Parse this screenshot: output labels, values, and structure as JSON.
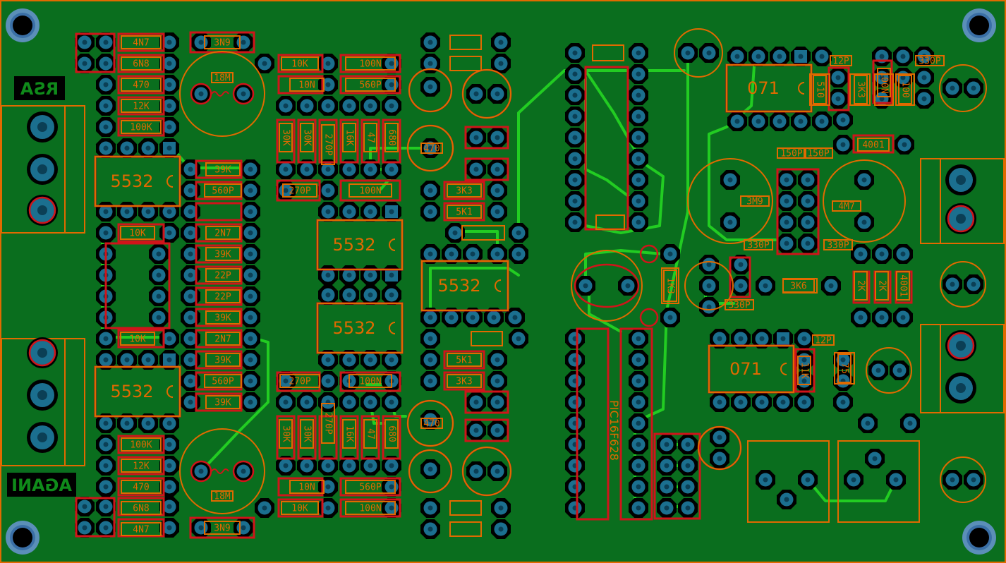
{
  "board": {
    "colors": {
      "substrate": "#0a6e1e",
      "ground_fill": "#0b7a22",
      "keepout": "#000000",
      "pad": "#1b6f8f",
      "copper": "#d0141a",
      "trace": "#22cc22",
      "silk": "#e06a00"
    },
    "side_labels": [
      "RSA",
      "AGANI"
    ],
    "ic_labels": [
      "5532",
      "5532",
      "5532",
      "5532",
      "5532",
      "071",
      "071",
      "PIC16F628"
    ],
    "component_labels": [
      "4N7",
      "6N8",
      "470",
      "12K",
      "100K",
      "3N9",
      "18M",
      "10K",
      "10N",
      "100N",
      "560P",
      "30K",
      "30K",
      "270P",
      "16K",
      "47",
      "680",
      "470",
      "39K",
      "560P",
      "270P",
      "100N",
      "10K",
      "2N7",
      "39K",
      "22P",
      "22P",
      "39K",
      "10K",
      "2N7",
      "39K",
      "560P",
      "39K",
      "3K3",
      "5K1",
      "5K1",
      "3K3",
      "270P",
      "100N",
      "30K",
      "30K",
      "270P",
      "16K",
      "47",
      "680",
      "470",
      "100K",
      "12K",
      "470",
      "18M",
      "10N",
      "560P",
      "10K",
      "100N",
      "6N8",
      "4N7",
      "3N9",
      "12P",
      "510",
      "3K3",
      "100N",
      "100",
      "330P",
      "4001",
      "150P",
      "150P",
      "3M9",
      "4M7",
      "330P",
      "330P",
      "1K3",
      "3K6",
      "330P",
      "2K",
      "2K",
      "4001",
      "12P",
      "11K",
      "75"
    ]
  }
}
